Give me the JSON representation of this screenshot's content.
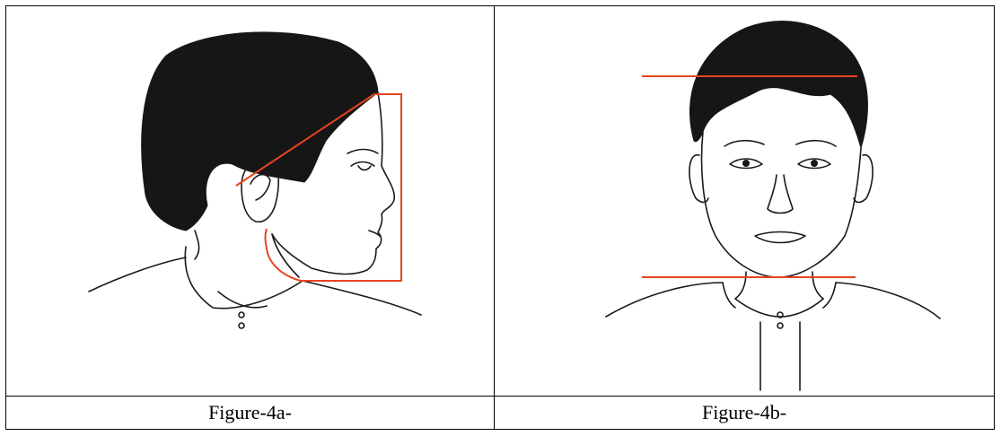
{
  "figures": [
    {
      "caption": "Figure-4a-",
      "view": "profile-head",
      "guide_color": "#e8431f"
    },
    {
      "caption": "Figure-4b-",
      "view": "frontal-head",
      "guide_color": "#e8431f"
    }
  ]
}
